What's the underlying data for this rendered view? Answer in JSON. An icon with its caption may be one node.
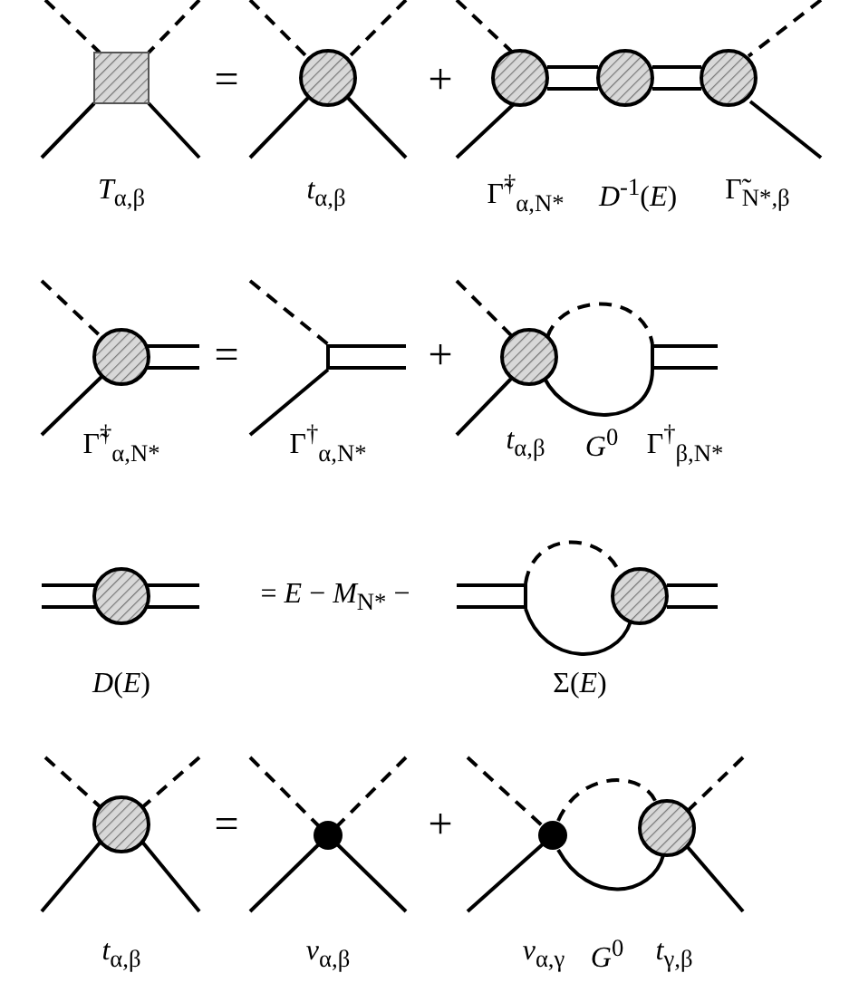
{
  "diagram": {
    "labels": [
      "=",
      "+",
      "*T*$_{α,β}$",
      "*t*$_{α,β}$",
      "Γ̃$^{†}$$_{α,N*}$",
      "*D*$^{-1}$(*E*)",
      "Γ̃$_{N*,β}$",
      "=",
      "+",
      "Γ̃$^{†}$$_{α,N*}$",
      "Γ$^{†}$$_{α,N*}$",
      "*t*$_{α,β}$",
      "*G*$^{0}$",
      "Γ$^{†}$$_{β,N*}$",
      "= *E* − *M*$_{N*}$ −",
      "*D*(*E*)",
      "Σ(*E*)",
      "=",
      "+",
      "*t*$_{α,β}$",
      "*v*$_{α,β}$",
      "*v*$_{α,γ}$",
      "*G*$^{0}$",
      "*t*$_{γ,β}$"
    ]
  }
}
